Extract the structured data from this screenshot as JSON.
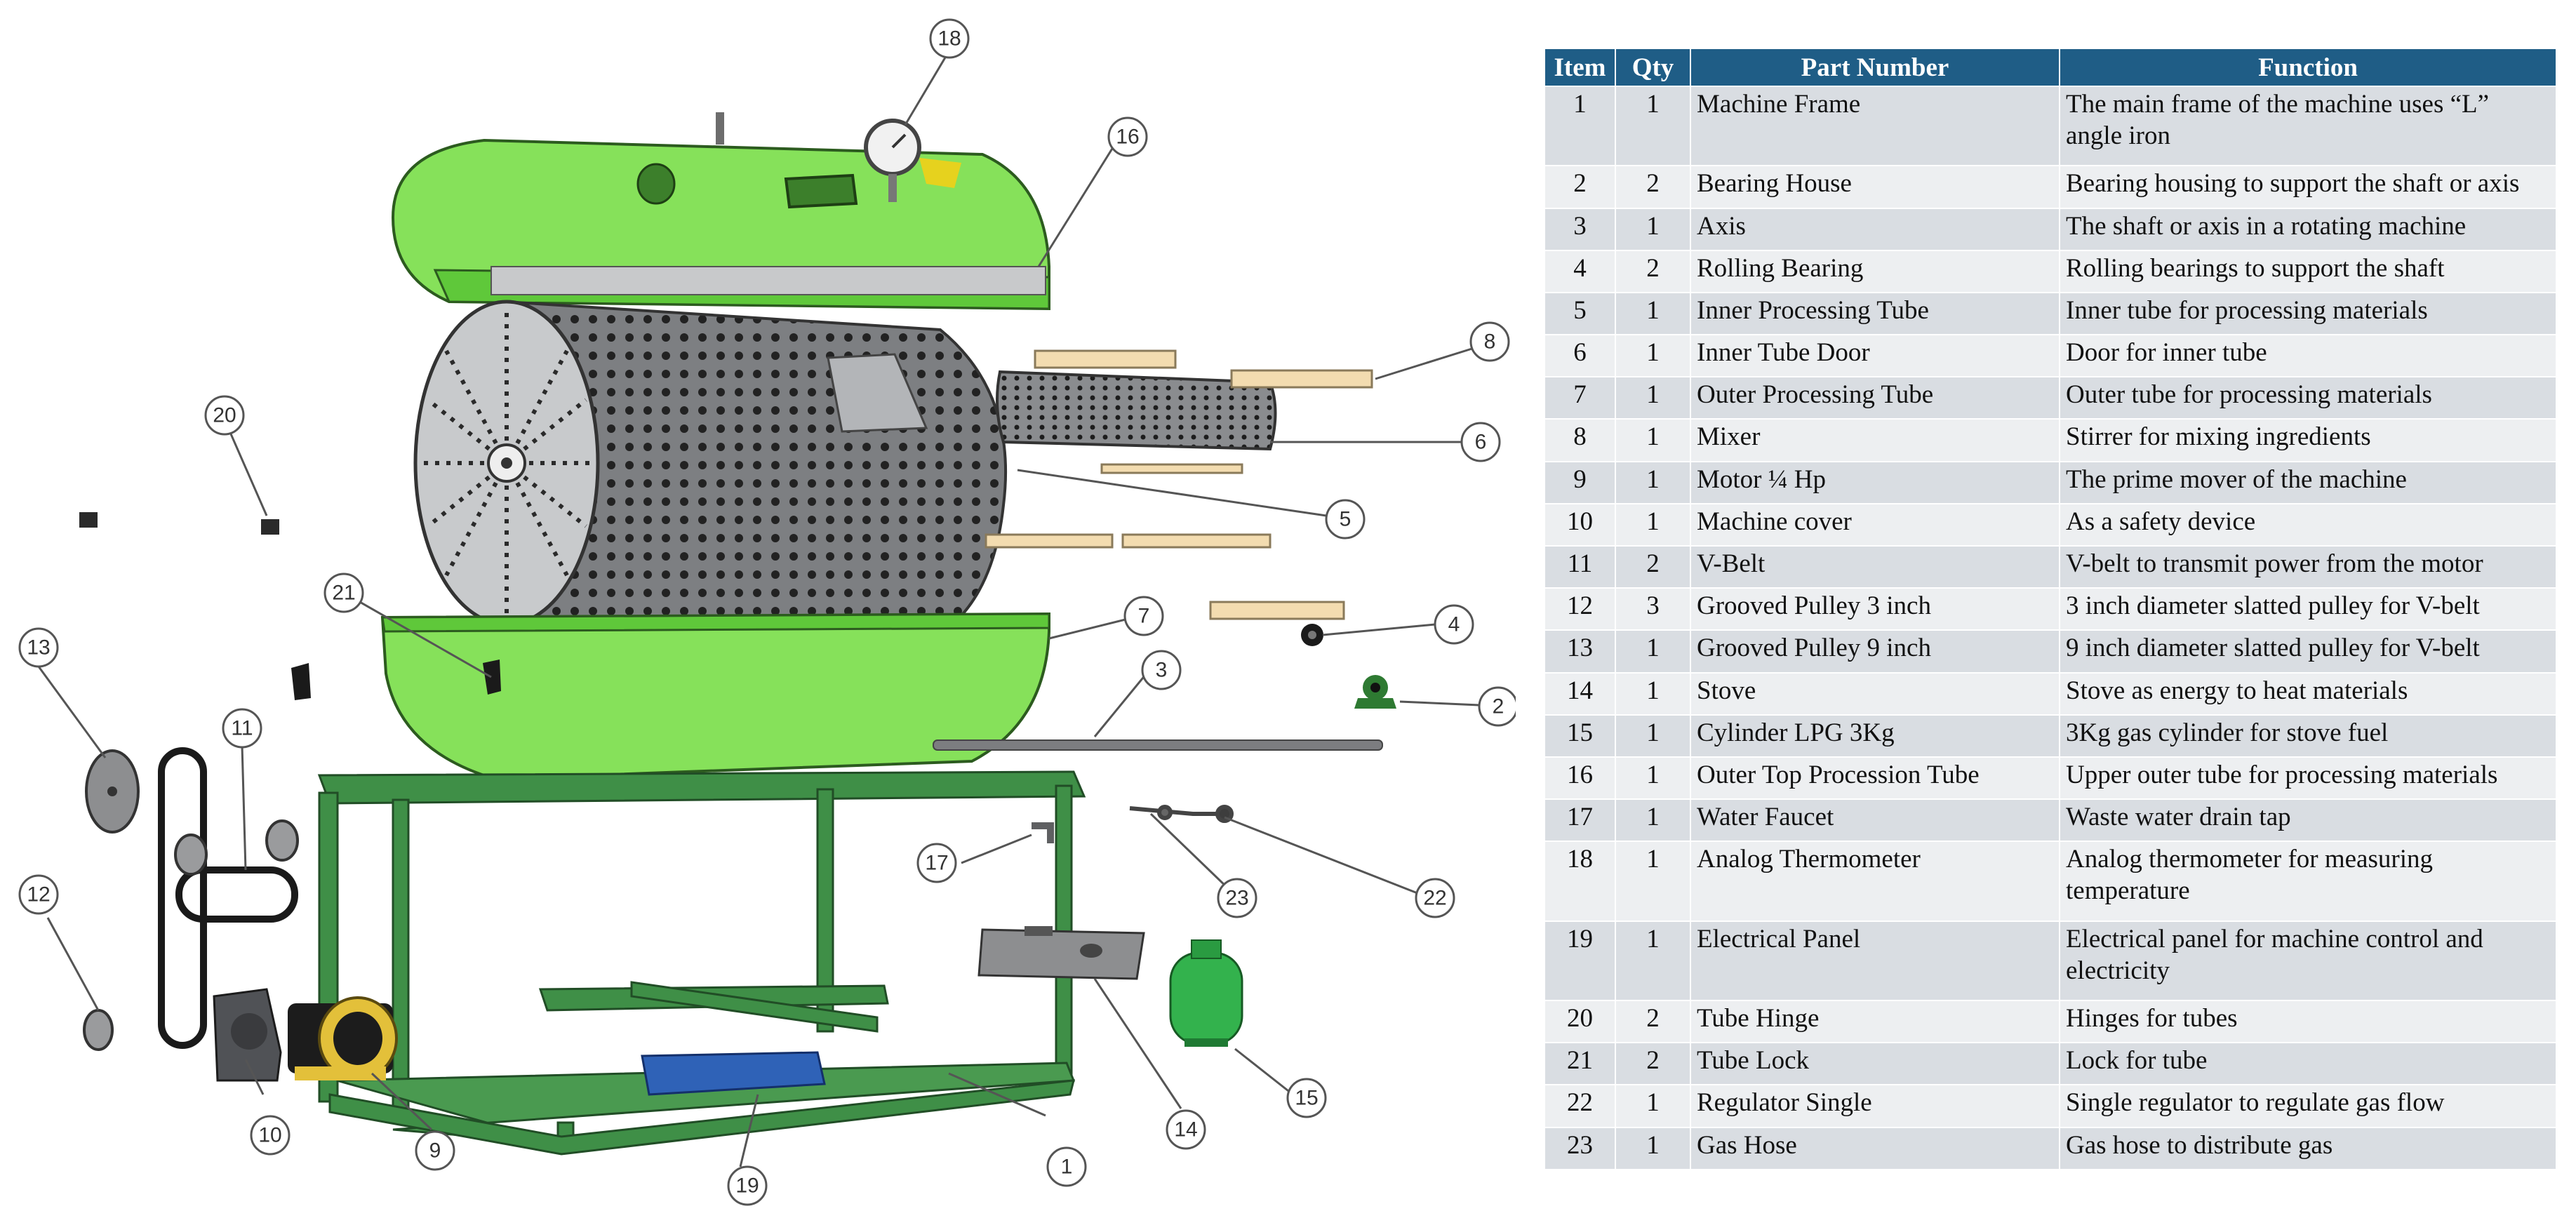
{
  "diagram": {
    "callouts": [
      "1",
      "2",
      "3",
      "4",
      "5",
      "6",
      "7",
      "8",
      "9",
      "10",
      "11",
      "12",
      "13",
      "14",
      "15",
      "16",
      "17",
      "18",
      "19",
      "20",
      "21",
      "22",
      "23"
    ]
  },
  "table": {
    "headers": [
      "Item",
      "Qty",
      "Part Number",
      "Function"
    ],
    "rows": [
      [
        "1",
        "1",
        "Machine Frame",
        "The main frame of the machine uses “L” angle iron"
      ],
      [
        "2",
        "2",
        "Bearing House",
        "Bearing housing to support the shaft or axis"
      ],
      [
        "3",
        "1",
        "Axis",
        "The shaft or axis in a rotating machine"
      ],
      [
        "4",
        "2",
        "Rolling Bearing",
        "Rolling bearings to support the shaft"
      ],
      [
        "5",
        "1",
        "Inner Processing Tube",
        "Inner tube for processing materials"
      ],
      [
        "6",
        "1",
        "Inner Tube Door",
        "Door for inner tube"
      ],
      [
        "7",
        "1",
        "Outer Processing Tube",
        "Outer tube for processing materials"
      ],
      [
        "8",
        "1",
        "Mixer",
        "Stirrer for mixing ingredients"
      ],
      [
        "9",
        "1",
        "Motor ¼ Hp",
        "The prime mover of the machine"
      ],
      [
        "10",
        "1",
        "Machine cover",
        "As a safety device"
      ],
      [
        "11",
        "2",
        "V-Belt",
        "V-belt to transmit power from the motor"
      ],
      [
        "12",
        "3",
        "Grooved Pulley 3 inch",
        "3 inch diameter slatted pulley for V-belt"
      ],
      [
        "13",
        "1",
        "Grooved Pulley 9 inch",
        "9 inch diameter slatted pulley for V-belt"
      ],
      [
        "14",
        "1",
        "Stove",
        "Stove as energy to heat materials"
      ],
      [
        "15",
        "1",
        "Cylinder LPG 3Kg",
        "3Kg gas cylinder for stove fuel"
      ],
      [
        "16",
        "1",
        "Outer Top Procession Tube",
        "Upper outer tube for processing materials"
      ],
      [
        "17",
        "1",
        "Water Faucet",
        "Waste water drain tap"
      ],
      [
        "18",
        "1",
        "Analog Thermometer",
        "Analog thermometer for measuring temperature"
      ],
      [
        "19",
        "1",
        "Electrical  Panel",
        "Electrical panel for machine control and electricity"
      ],
      [
        "20",
        "2",
        "Tube Hinge",
        "Hinges for tubes"
      ],
      [
        "21",
        "2",
        "Tube Lock",
        "Lock for tube"
      ],
      [
        "22",
        "1",
        "Regulator Single",
        "Single regulator to regulate gas flow"
      ],
      [
        "23",
        "1",
        "Gas Hose",
        "Gas hose to distribute gas"
      ]
    ]
  },
  "colors": {
    "tube_green": "#86e15a",
    "frame_green": "#3f8f47",
    "header_blue": "#1f5d86",
    "row_dark": "#d9dde2",
    "row_light": "#edeff1",
    "brass": "#e3c03a",
    "panel_blue": "#2f62b7"
  }
}
